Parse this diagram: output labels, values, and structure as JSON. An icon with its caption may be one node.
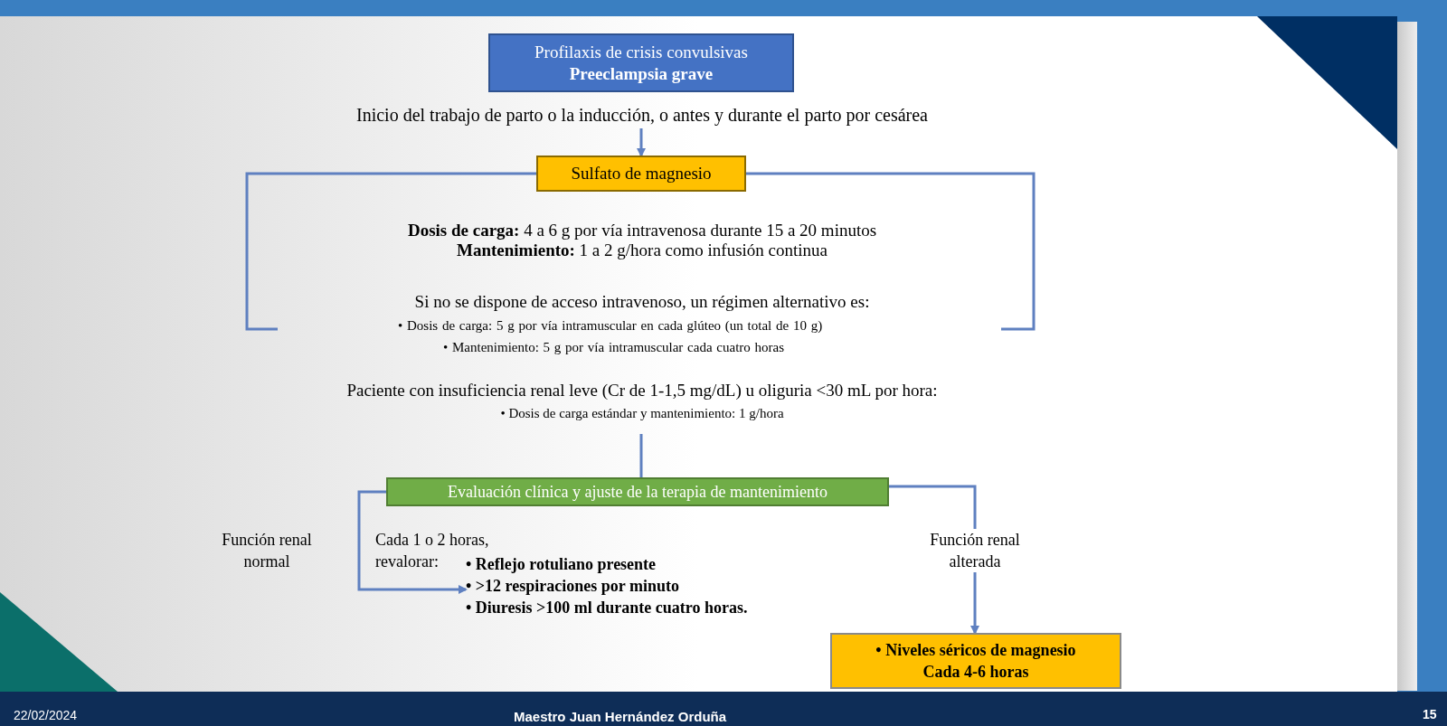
{
  "diagram": {
    "nodes": [
      {
        "text": [
          "Profilaxis de crisis convulsivas",
          "Preeclampsia grave"
        ]
      },
      {
        "text": [
          "Inicio del trabajo de parto o la inducción, o antes y durante el parto por cesárea"
        ]
      },
      {
        "text": [
          "Sulfato de magnesio"
        ]
      },
      {
        "text": [
          "Paciente con insuficiencia renal leve (Cr de 1-1,5 mg/dL) u oliguria <30 mL por hora:",
          "• Dosis de carga estándar y mantenimiento: 1 g/hora"
        ]
      },
      {
        "text": [
          "Evaluación clínica y ajuste de la terapia de mantenimiento"
        ]
      },
      {
        "text": [
          "• Reflejo rotuliano presente",
          "• >12 respiraciones por minuto",
          "• Diuresis >100 ml durante cuatro horas."
        ]
      },
      {
        "text": [
          "• Niveles séricos de magnesio",
          "Cada 4-6 horas"
        ]
      }
    ],
    "edges": [
      {
        "from": 1,
        "to": 2,
        "arrow": "to"
      },
      {
        "from": 3,
        "to": 4,
        "arrow": "none"
      },
      {
        "from": 4,
        "to": 5,
        "arrow": "to"
      },
      {
        "from": 4,
        "to": 6,
        "arrow": "to"
      }
    ],
    "labels": [
      "**Dosis de carga:** 4 a 6 g por vía intravenosa durante 15 a 20 minutos",
      "**Mantenimiento:** 1 a 2 g/hora como infusión continua",
      "Si no se dispone de acceso intravenoso, un régimen alternativo es:",
      "• Dosis de carga: 5 g por vía intramuscular en cada glúteo (un total de 10 g)",
      "• Mantenimiento: 5 g por vía intramuscular cada cuatro horas",
      "Función renal normal",
      "Cada 1 o 2 horas, revalorar:",
      "Función renal alterada",
      "22/02/2024",
      "Maestro Juan Hernández Orduña",
      "15"
    ]
  }
}
